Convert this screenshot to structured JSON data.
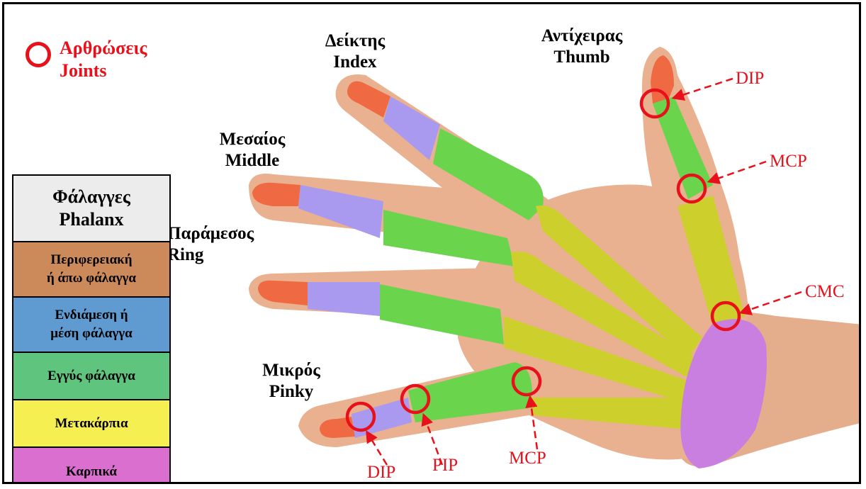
{
  "key": {
    "label_el": "Αρθρώσεις",
    "label_en": "Joints",
    "color": "#e8111b"
  },
  "fingers": {
    "index": {
      "el": "Δείκτης",
      "en": "Index"
    },
    "thumb": {
      "el": "Αντίχειρας",
      "en": "Thumb"
    },
    "middle": {
      "el": "Μεσαίος",
      "en": "Middle"
    },
    "ring": {
      "el": "Παράμεσος",
      "en": "Ring"
    },
    "pinky": {
      "el": "Μικρός",
      "en": "Pinky"
    }
  },
  "joints": {
    "thumb_dip": "DIP",
    "thumb_mcp": "MCP",
    "thumb_cmc": "CMC",
    "pinky_dip": "DIP",
    "pinky_pip": "PIP",
    "pinky_mcp": "MCP"
  },
  "legend": {
    "title_el": "Φάλαγγες",
    "title_en": "Phalanx",
    "rows": [
      {
        "line1": "Περιφερειακή",
        "line2": "ή άπω φάλαγγα",
        "color": "#cc8a5a"
      },
      {
        "line1": "Ενδιάμεση ή",
        "line2": "μέση φάλαγγα",
        "color": "#5f9bd0"
      },
      {
        "line1": "Εγγύς φάλαγγα",
        "line2": "",
        "color": "#5fc47e"
      },
      {
        "line1": "Μετακάρπια",
        "line2": "",
        "color": "#f6ef52"
      },
      {
        "line1": "Καρπικά",
        "line2": "",
        "color": "#db6fcf"
      }
    ]
  },
  "colors": {
    "skin": "#e9b18f",
    "skin_shadow": "#d69a78",
    "distal": "#ef6a42",
    "middle": "#a99af0",
    "proximal": "#6ad54c",
    "metacarpal": "#cdcf2c",
    "carpal": "#c97fe0",
    "joint": "#e8111b"
  }
}
